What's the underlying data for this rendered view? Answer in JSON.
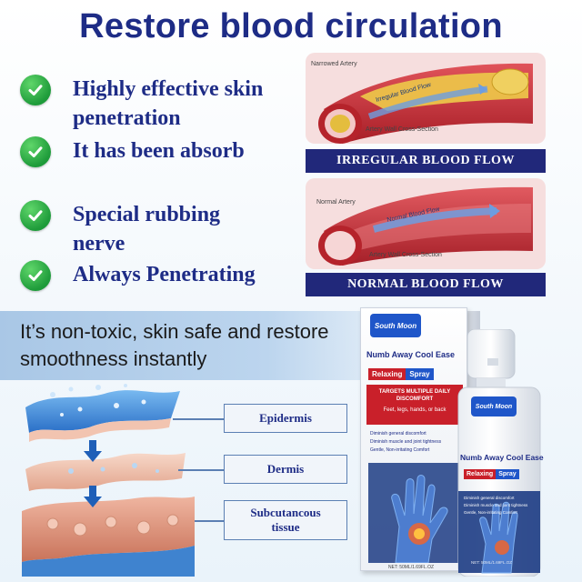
{
  "title": "Restore blood circulation",
  "features": [
    "Highly effective skin penetration",
    "It has been absorb",
    "Special rubbing nerve",
    "Always Penetrating"
  ],
  "panels": {
    "irregular": {
      "artery_label": "Narrowed Artery",
      "flow_label": "Irregular Blood Flow",
      "wall_label": "Artery Wall Cross-Section",
      "banner": "IRREGULAR BLOOD FLOW"
    },
    "normal": {
      "artery_label": "Normal Artery",
      "flow_label": "Normal Blood Flow",
      "wall_label": "Artery Wall Cross-Section",
      "banner": "NORMAL BLOOD FLOW"
    }
  },
  "claim": "It’s non-toxic, skin safe and restore smoothness instantly",
  "layers": [
    "Epidermis",
    "Dermis",
    "Subcutancous tissue"
  ],
  "product": {
    "brand": "South Moon",
    "name": "Numb Away Cool Ease",
    "tag_left": "Relaxing",
    "tag_right": "Spray",
    "targets": "TARGETS MULTIPLE DAILY DISCOMFORT",
    "areas": "Feet, legs, hands, or back",
    "bullets": [
      "Diminish general discomfort",
      "Diminish muscle and joint tightness",
      "Gentle, Non-irritating Comfort"
    ],
    "net_wt": "NET: 50ML/1.69FL.OZ"
  },
  "colors": {
    "title": "#1e2c86",
    "check": "#1e9b3a",
    "banner": "#21287a",
    "artery": "#c9323a",
    "plaque": "#e8c04a",
    "brand_blue": "#1f56c9",
    "brand_red": "#c9202a"
  },
  "icons": [
    "check-icon",
    "down-arrow-icon",
    "hand-icon",
    "spray-bottle-icon"
  ]
}
